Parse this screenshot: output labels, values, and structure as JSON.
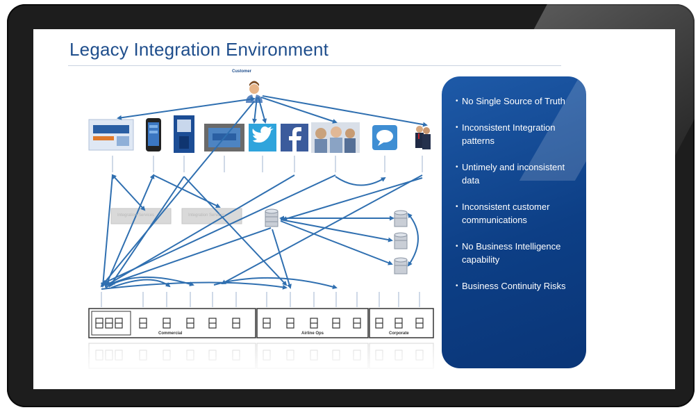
{
  "slide": {
    "title": "Legacy Integration Environment",
    "customer_label": "Customer",
    "integration_services": [
      "Integration Services",
      "Integration Services"
    ],
    "group_labels": [
      "Commercial",
      "Airline Ops",
      "Corporate"
    ],
    "bullets": [
      "No Single Source of Truth",
      "Inconsistent Integration patterns",
      "Untimely and inconsistent data",
      "Inconsistent customer communications",
      "No Business Intelligence capability",
      "Business Continuity Risks"
    ]
  },
  "icons": [
    "person-icon",
    "web-icon",
    "mobile-icon",
    "kiosk-icon",
    "monitor-icon",
    "twitter-icon",
    "facebook-icon",
    "agents-icon",
    "chat-icon",
    "crew-icon",
    "database-icon",
    "server-icon"
  ],
  "colors": {
    "title": "#1f4e8c",
    "arrow": "#2f6fb0",
    "panel": "#0d3f86",
    "bezel": "#1d1d1d"
  }
}
